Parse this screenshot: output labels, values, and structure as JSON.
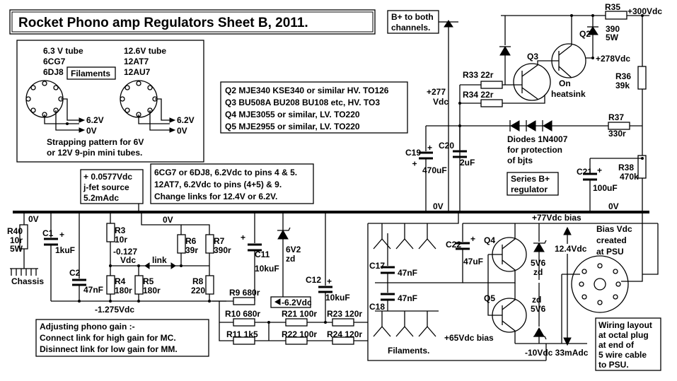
{
  "title": "Rocket Phono amp Regulators Sheet B, 2011.",
  "tube_panel": {
    "left_tube": [
      "6.3 V tube",
      "6CG7",
      "6DJ8"
    ],
    "right_tube": [
      "12.6V tube",
      "12AT7",
      "12AU7"
    ],
    "filaments_label": "Filaments",
    "left_v1": "6.2V",
    "left_v2": "0V",
    "right_v1": "6.2V",
    "right_v2": "0V",
    "note": [
      "Strapping pattern for 6V",
      "or 12V 9-pin mini tubes."
    ]
  },
  "transistor_list": [
    "Q2 MJE340 KSE340 or similar HV. TO126",
    "Q3 BU508A BU208 BU108 etc, HV. TO3",
    "Q4 MJE3055 or similar, LV. TO220",
    "Q5 MJE2955 or similar, LV. TO220"
  ],
  "bplus_note": [
    "B+ to both",
    "channels."
  ],
  "jfet_note": [
    "+ 0.0577Vdc",
    "j-fet source",
    "5.2mAdc"
  ],
  "filament_note": [
    "6CG7 or 6DJ8, 6.2Vdc to pins 4 & 5.",
    "12AT7, 6.2Vdc to pins (4+5) & 9.",
    "Change links for 12.4V or 6.2V."
  ],
  "gain_note": [
    "Adjusting phono gain :-",
    "Connect link for high gain for MC.",
    "Disinnect link for low gain for MM."
  ],
  "regulator_note": [
    "Series B+",
    "regulator"
  ],
  "wiring_note": [
    "Wiring layout",
    "at octal plug",
    "at end of",
    "5 wire cable",
    "to PSU."
  ],
  "bias_note": [
    "Bias Vdc",
    "created",
    "at PSU"
  ],
  "diodes_note": [
    "Diodes 1N4007",
    "for protection",
    "of bjts"
  ],
  "components": {
    "R35": [
      "R35",
      "390",
      "5W"
    ],
    "R36": [
      "R36",
      "39k"
    ],
    "R37": [
      "R37",
      "330r"
    ],
    "R38": [
      "R38",
      "470k"
    ],
    "R33": "R33 22r",
    "R34": "R34 22r",
    "Q2": "Q2",
    "Q3": "Q3",
    "Q4": "Q4",
    "Q5": "Q5",
    "C19": "C19",
    "C19v": "470uF",
    "C20": "C20",
    "C20v": "2uF",
    "C21": "C21",
    "C21v": "100uF",
    "C22": "C22",
    "C22v": "47uF",
    "C17": "C17",
    "C17v": "47nF",
    "C18": "C18",
    "C18v": "47nF",
    "C11": "C11",
    "C11v": "10kuF",
    "C12": "C12",
    "C12v": "10kuF",
    "C1": "C1",
    "C1v": "1kuF",
    "C2": "C2",
    "C2v": "47nF",
    "R40": [
      "R40",
      "10r",
      "5W"
    ],
    "R3": [
      "R3",
      "10r"
    ],
    "R4": [
      "R4",
      "180r"
    ],
    "R5": [
      "R5",
      "180r"
    ],
    "R6": [
      "R6",
      "39r"
    ],
    "R7": [
      "R7",
      "390r"
    ],
    "R8": [
      "R8",
      "220"
    ],
    "R9": "R9 680r",
    "R10": "R10 680r",
    "R11": "R11 1k5",
    "R21": "R21 100r",
    "R22": "R22 100r",
    "R23": "R23 120r",
    "R24": "R24 120r",
    "ZD1": [
      "6V2",
      "zd"
    ],
    "ZD4": [
      "5V6",
      "zd"
    ],
    "ZD5": [
      "zd",
      "5V6"
    ]
  },
  "labels": {
    "plus300": "+300Vdc",
    "plus278": "+278Vdc",
    "plus277": [
      "+277",
      "Vdc"
    ],
    "on_heatsink": [
      "On",
      "heatsink"
    ],
    "zero_v_a": "0V",
    "zero_v_b": "0V",
    "zero_v_c": "0V",
    "zero_v_d": "0V",
    "minus0127": [
      "-0.127",
      "Vdc"
    ],
    "link": "link",
    "minus1275": "-1.275Vdc",
    "minus62": "-6.2Vdc",
    "chassis": "Chassis",
    "filaments": "Filaments.",
    "plus77": "+77Vdc bias",
    "v124": "12.4Vdc",
    "plus65": "+65Vdc bias",
    "minus10": "-10Vdc 33mAdc",
    "plus_sign": "+"
  }
}
